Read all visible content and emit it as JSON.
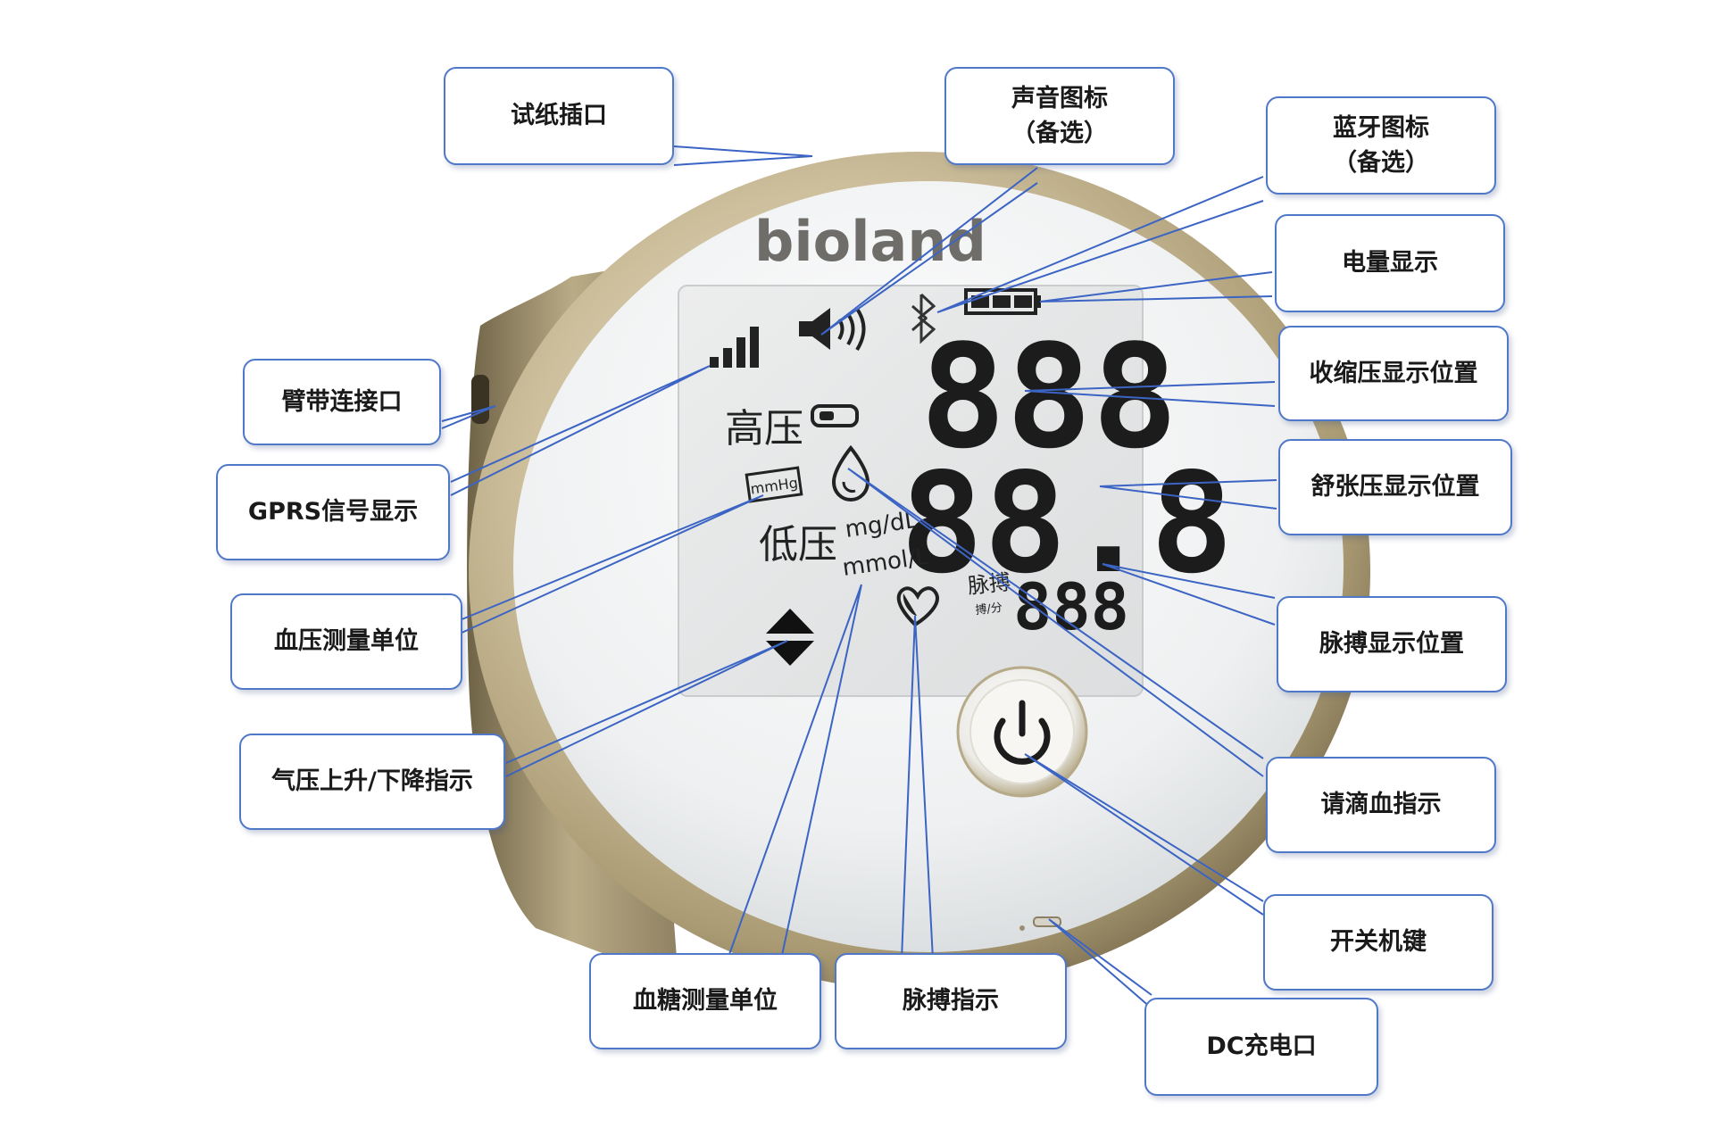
{
  "brand": "bioland",
  "lcd": {
    "digits_systolic": "888",
    "digits_diastolic": "88.8",
    "digits_pulse": "888",
    "label_high": "高压",
    "label_low": "低压",
    "unit_mmhg": "mmHg",
    "unit_mgdl": "mg/dL",
    "unit_mmoll": "mmol/L",
    "pulse_label": "脉搏",
    "pulse_unit": "搏/分",
    "icons": [
      "signal-bars-icon",
      "speaker-icon",
      "bluetooth-icon",
      "battery-icon",
      "strip-icon",
      "blood-drop-icon",
      "heart-icon",
      "up-down-arrows-icon",
      "power-icon"
    ]
  },
  "callouts": {
    "strip_port": "试纸插口",
    "sound_icon": "声音图标",
    "sound_icon_sub": "（备选）",
    "bluetooth_icon": "蓝牙图标",
    "bluetooth_icon_sub": "（备选）",
    "battery": "电量显示",
    "cuff_port": "臂带连接口",
    "systolic": "收缩压显示位置",
    "gprs": "GPRS信号显示",
    "diastolic": "舒张压显示位置",
    "bp_unit": "血压测量单位",
    "pulse_pos": "脉搏显示位置",
    "pressure_ind": "气压上升/下降指示",
    "drop_ind": "请滴血指示",
    "power_key": "开关机键",
    "glucose_unit": "血糖测量单位",
    "pulse_ind": "脉搏指示",
    "dc_port": "DC充电口"
  },
  "colors": {
    "callout_border": "#4f78c8",
    "leader_line": "#3b64c4",
    "device_gold": "#b8ab8a",
    "lcd_bg": "#e7e8e9"
  }
}
